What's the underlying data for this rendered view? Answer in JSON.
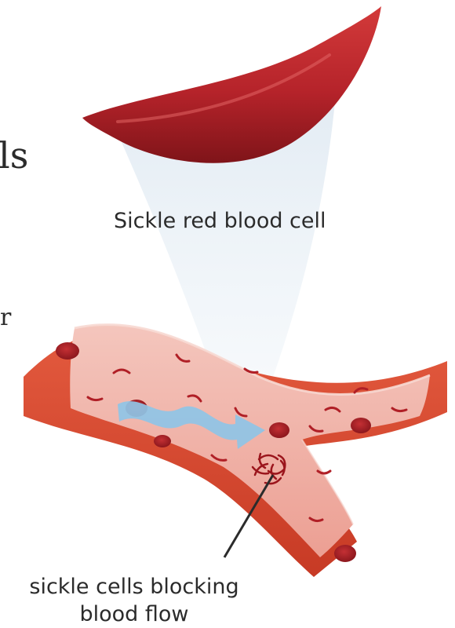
{
  "labels": {
    "sickle_cell": "Sickle red blood cell",
    "blocking_line1": "sickle cells blocking",
    "blocking_line2": "blood flow"
  },
  "edge_fragments": {
    "top": "ls",
    "bottom": "r"
  },
  "colors": {
    "sickle_cell": "#b8232a",
    "vessel_outer": "#d8472f",
    "vessel_inner": "#f0b7ae",
    "blood_cell": "#a81e26",
    "flow_arrow": "#8fc4e6",
    "zoom_cone": "#e3eef6",
    "text": "#2b2b2b"
  },
  "icons": {
    "flow": "flow-arrow-icon",
    "blockage": "blockage-cluster-icon"
  }
}
